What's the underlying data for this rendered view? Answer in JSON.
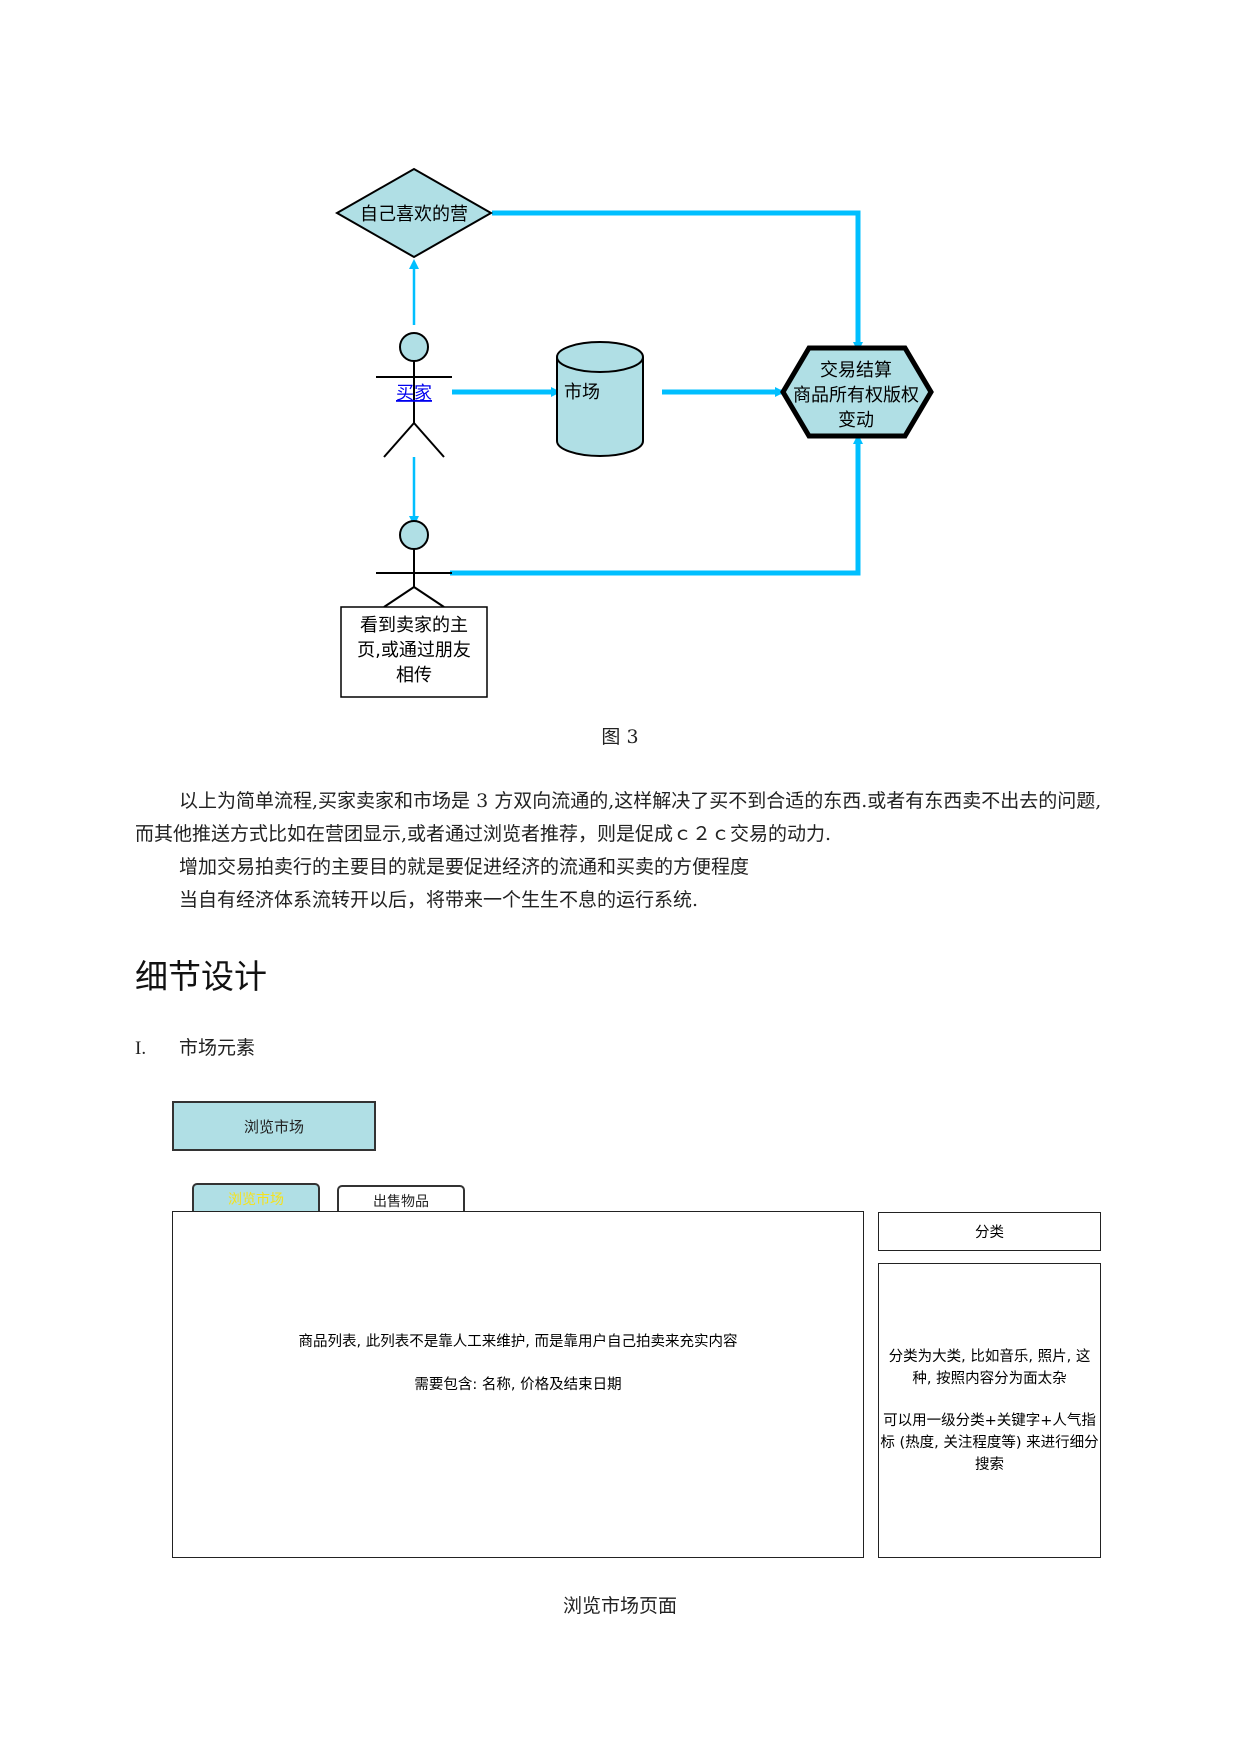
{
  "diagram": {
    "diamond_label": "自己喜欢的营",
    "buyer_label": "买家",
    "market_label": "市场",
    "transaction_lines": [
      "交易结算",
      "商品所有权版权",
      "变动"
    ],
    "source_lines": [
      "看到卖家的主",
      "页,或通过朋友",
      "相传"
    ],
    "colors": {
      "fill": "#b0dfe5",
      "arrow": "#00bfff",
      "stroke": "#000000"
    }
  },
  "figure_caption": "图 3",
  "paragraphs": [
    "以上为简单流程,买家卖家和市场是 3 方双向流通的,这样解决了买不到合适的东西.或者有东西卖不出去的问题,而其他推送方式比如在营团显示,或者通过浏览者推荐，则是促成ｃ２ｃ交易的动力.",
    "增加交易拍卖行的主要目的就是要促进经济的流通和买卖的方便程度",
    "当自有经济体系流转开以后，将带来一个生生不息的运行系统."
  ],
  "section_heading": "细节设计",
  "list_item": {
    "number": "I.",
    "text": "市场元素"
  },
  "wireframe": {
    "top_button": "浏览市场",
    "tab_browse": "浏览市场",
    "tab_sell": "出售物品",
    "main_line1": "商品列表, 此列表不是靠人工来维护, 而是靠用户自己拍卖来充实内容",
    "main_line2": "需要包含: 名称, 价格及结束日期",
    "category_header": "分类",
    "category_desc1": "分类为大类, 比如音乐, 照片, 这种, 按照内容分为面太杂",
    "category_desc2": "可以用一级分类+关键字+人气指标 (热度, 关注程度等) 来进行细分搜索",
    "colors": {
      "button_fill": "#b0dfe5",
      "active_tab_text": "#f5e21c"
    }
  },
  "wireframe_caption": "浏览市场页面"
}
